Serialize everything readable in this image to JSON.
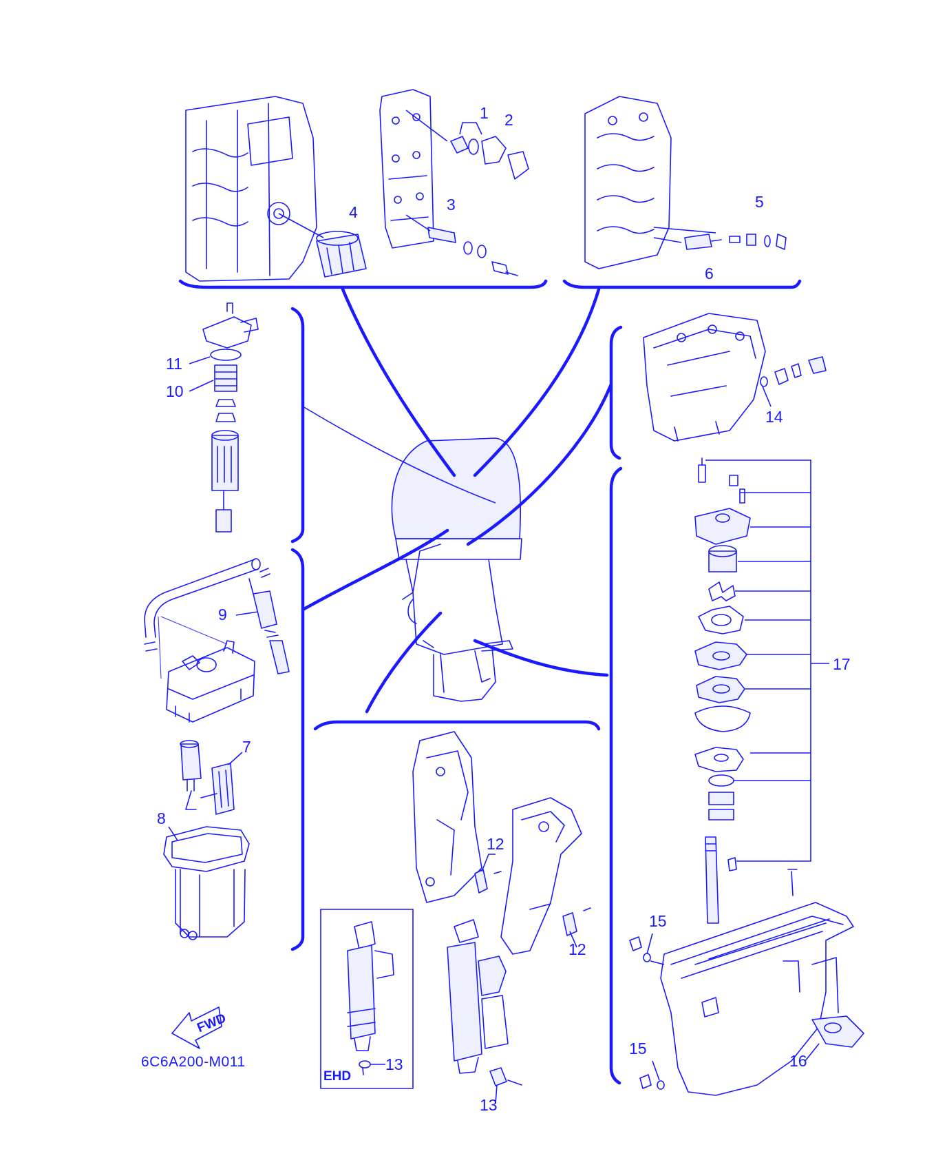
{
  "callouts": [
    "1",
    "2",
    "3",
    "4",
    "5",
    "6",
    "7",
    "8",
    "9",
    "10",
    "11",
    "12",
    "12",
    "13",
    "13",
    "14",
    "15",
    "15",
    "16",
    "17"
  ],
  "drawing_code": "6C6A200-M011",
  "fwd_arrow_label": "FWD",
  "ehd_label": "EHD",
  "colors": {
    "ink": "#1a1aff",
    "background": "#ffffff"
  }
}
